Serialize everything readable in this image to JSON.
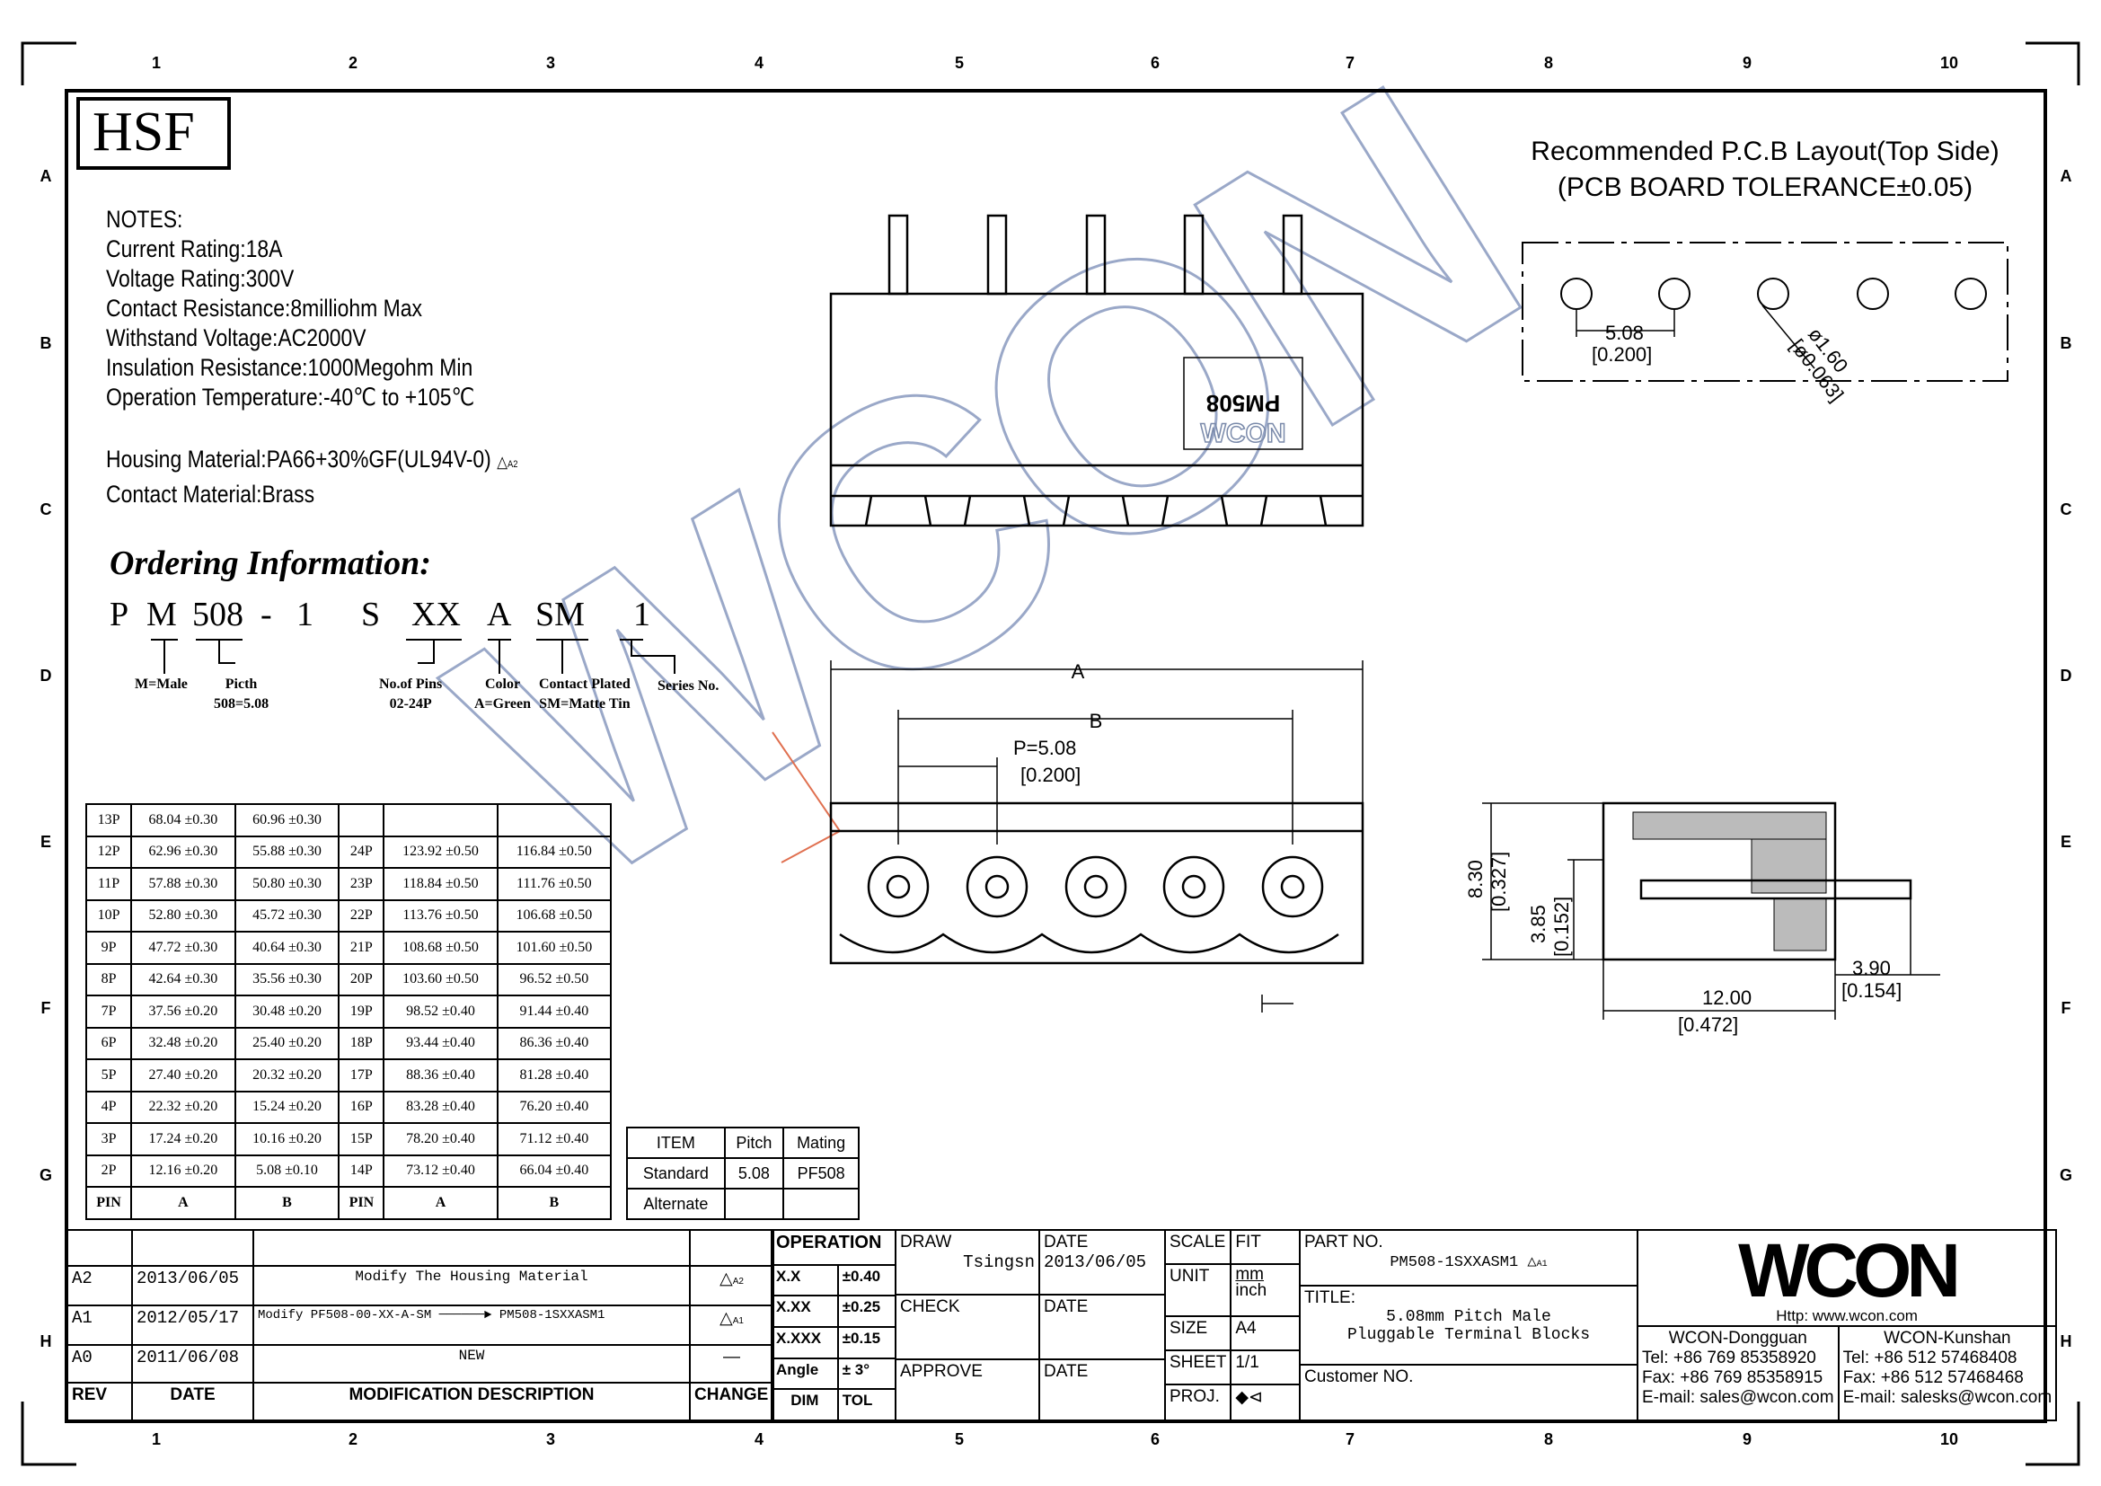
{
  "grid": {
    "columns": [
      "1",
      "2",
      "3",
      "4",
      "5",
      "6",
      "7",
      "8",
      "9",
      "10"
    ],
    "rows": [
      "A",
      "B",
      "C",
      "D",
      "E",
      "F",
      "G",
      "H"
    ]
  },
  "logo_small": "HSF",
  "notes": {
    "title": "NOTES:",
    "lines": [
      "Current  Rating:18A",
      "Voltage  Rating:300V",
      "Contact  Resistance:8milliohm  Max",
      "Withstand  Voltage:AC2000V",
      "Insulation  Resistance:1000Megohm  Min",
      "Operation  Temperature:-40℃  to  +105℃"
    ],
    "material_lines": [
      "Housing  Material:PA66+30%GF(UL94V-0)",
      "Contact  Material:Brass"
    ],
    "material_rev": "A2"
  },
  "ordering": {
    "title": "Ordering Information:",
    "code_parts": [
      "P",
      "M",
      "508",
      "-",
      "1",
      "S",
      "XX",
      "A",
      "SM",
      "1"
    ],
    "labels": [
      {
        "l1": "M=Male",
        "l2": ""
      },
      {
        "l1": "Picth",
        "l2": "508=5.08"
      },
      {
        "l1": "No.of Pins",
        "l2": "02-24P"
      },
      {
        "l1": "Color",
        "l2": "A=Green"
      },
      {
        "l1": "Contact Plated",
        "l2": "SM=Matte Tin"
      },
      {
        "l1": "Series No.",
        "l2": ""
      }
    ]
  },
  "dim_table": {
    "header": [
      "PIN",
      "A",
      "B",
      "PIN",
      "A",
      "B"
    ],
    "rows": [
      [
        "13P",
        "68.04 ±0.30",
        "60.96 ±0.30",
        "",
        "",
        ""
      ],
      [
        "12P",
        "62.96 ±0.30",
        "55.88 ±0.30",
        "24P",
        "123.92 ±0.50",
        "116.84 ±0.50"
      ],
      [
        "11P",
        "57.88 ±0.30",
        "50.80 ±0.30",
        "23P",
        "118.84 ±0.50",
        "111.76 ±0.50"
      ],
      [
        "10P",
        "52.80 ±0.30",
        "45.72 ±0.30",
        "22P",
        "113.76 ±0.50",
        "106.68 ±0.50"
      ],
      [
        "9P",
        "47.72 ±0.30",
        "40.64 ±0.30",
        "21P",
        "108.68 ±0.50",
        "101.60 ±0.50"
      ],
      [
        "8P",
        "42.64 ±0.30",
        "35.56 ±0.30",
        "20P",
        "103.60 ±0.50",
        "96.52 ±0.50"
      ],
      [
        "7P",
        "37.56 ±0.20",
        "30.48 ±0.20",
        "19P",
        "98.52 ±0.40",
        "91.44 ±0.40"
      ],
      [
        "6P",
        "32.48 ±0.20",
        "25.40 ±0.20",
        "18P",
        "93.44 ±0.40",
        "86.36 ±0.40"
      ],
      [
        "5P",
        "27.40 ±0.20",
        "20.32 ±0.20",
        "17P",
        "88.36 ±0.40",
        "81.28 ±0.40"
      ],
      [
        "4P",
        "22.32 ±0.20",
        "15.24 ±0.20",
        "16P",
        "83.28 ±0.40",
        "76.20 ±0.40"
      ],
      [
        "3P",
        "17.24 ±0.20",
        "10.16 ±0.20",
        "15P",
        "78.20 ±0.40",
        "71.12 ±0.40"
      ],
      [
        "2P",
        "12.16 ±0.20",
        "5.08 ±0.10",
        "14P",
        "73.12 ±0.40",
        "66.04 ±0.40"
      ]
    ]
  },
  "item_table": {
    "header": [
      "ITEM",
      "Pitch",
      "Mating"
    ],
    "rows": [
      [
        "Standard",
        "5.08",
        "PF508"
      ],
      [
        "Alternate",
        "",
        ""
      ]
    ]
  },
  "pcb": {
    "title1": "Recommended  P.C.B  Layout(Top  Side)",
    "title2": "(PCB  BOARD  TOLERANCE±0.05)",
    "pitch": "5.08",
    "pitch_in": "[0.200]",
    "hole": "ø1.60",
    "hole_in": "[ø0.063]"
  },
  "top_view": {
    "label": "PM508",
    "brand": "WCON"
  },
  "front_view": {
    "dim_a": "A",
    "dim_b": "B",
    "pitch": "P=5.08",
    "pitch_in": "[0.200]"
  },
  "side_view": {
    "h1": "8.30",
    "h1_in": "[0.327]",
    "h2": "3.85",
    "h2_in": "[0.152]",
    "w": "12.00",
    "w_in": "[0.472]",
    "t": "3.90",
    "t_in": "[0.154]"
  },
  "watermark": "WCON",
  "revisions": {
    "rows": [
      {
        "rev": "A2",
        "date": "2013/06/05",
        "desc": "Modify The Housing Material",
        "change": "A2"
      },
      {
        "rev": "A1",
        "date": "2012/05/17",
        "desc": "Modify PF508-00-XX-A-SM ──────► PM508-1SXXASM1",
        "change": "A1"
      },
      {
        "rev": "A0",
        "date": "2011/06/08",
        "desc": "NEW",
        "change": "—"
      }
    ],
    "header": [
      "REV",
      "DATE",
      "MODIFICATION  DESCRIPTION",
      "CHANGE"
    ]
  },
  "tolerance": {
    "title": "OPERATION",
    "rows": [
      [
        "X.X",
        "±0.40"
      ],
      [
        "X.XX",
        "±0.25"
      ],
      [
        "X.XXX",
        "±0.15"
      ],
      [
        "Angle",
        "± 3°"
      ]
    ],
    "footer": [
      "DIM",
      "TOL"
    ]
  },
  "title_block": {
    "draw": "DRAW",
    "drawer": "Tsingsn",
    "date_label": "DATE",
    "draw_date": "2013/06/05",
    "check": "CHECK",
    "approve": "APPROVE",
    "scale": "SCALE",
    "scale_val": "FIT",
    "unit": "UNIT",
    "unit_val1": "mm",
    "unit_val2": "inch",
    "size": "SIZE",
    "size_val": "A4",
    "sheet": "SHEET",
    "sheet_val": "1/1",
    "proj": "PROJ.",
    "proj_val": "◆⊲",
    "part_no_label": "PART NO.",
    "part_no": "PM508-1SXXASM1",
    "part_rev": "A1",
    "title_label": "TITLE:",
    "title1": "5.08mm Pitch Male",
    "title2": "Pluggable Terminal Blocks",
    "customer_label": "Customer NO."
  },
  "company": {
    "logo": "WCON",
    "web": "Http: www.wcon.com",
    "offices": [
      {
        "name": "WCON-Dongguan",
        "tel": "Tel: +86 769 85358920",
        "fax": "Fax: +86 769 85358915",
        "email": "E-mail: sales@wcon.com"
      },
      {
        "name": "WCON-Kunshan",
        "tel": "Tel: +86 512 57468408",
        "fax": "Fax: +86 512 57468468",
        "email": "E-mail: salesks@wcon.com"
      }
    ]
  }
}
